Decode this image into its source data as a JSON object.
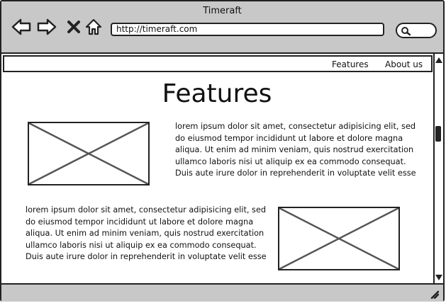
{
  "window": {
    "title": "Timeraft"
  },
  "toolbar": {
    "back_icon": "back-arrow-icon",
    "forward_icon": "forward-arrow-icon",
    "stop_icon": "close-x-icon",
    "home_icon": "home-icon",
    "url": "http://timeraft.com",
    "search_icon": "search-icon"
  },
  "nav": {
    "items": [
      {
        "label": "Features"
      },
      {
        "label": "About us"
      }
    ]
  },
  "page": {
    "heading": "Features",
    "section1": {
      "text": "lorem ipsum dolor sit amet, consectetur adipisicing elit, sed\ndo eiusmod tempor incididunt ut labore et dolore magna\naliqua. Ut enim ad minim veniam, quis nostrud exercitation\nullamco laboris nisi ut aliquip ex ea commodo consequat.\nDuis aute irure dolor in reprehenderit in voluptate velit esse"
    },
    "section2": {
      "text": "lorem ipsum dolor sit amet, consectetur adipisicing elit, sed\ndo eiusmod tempor incididunt ut labore et dolore magna\naliqua. Ut enim ad minim veniam, quis nostrud exercitation\nullamco laboris nisi ut aliquip ex ea commodo consequat.\nDuis aute irure dolor in reprehenderit in voluptate velit esse"
    }
  }
}
